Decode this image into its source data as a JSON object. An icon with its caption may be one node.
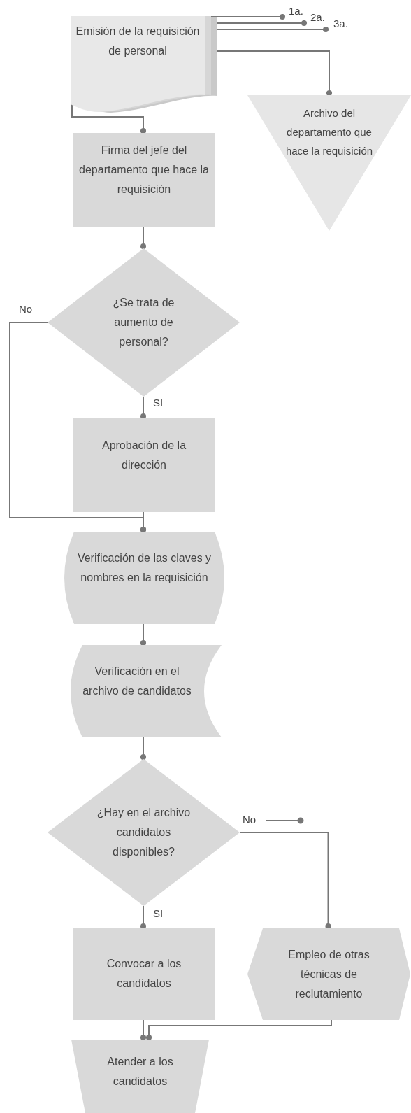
{
  "diagram": {
    "nodes": [
      {
        "text": [
          "Emisión de la requisición de personal"
        ]
      },
      {
        "text": [
          "Archivo del departamento que hace la requisición"
        ]
      },
      {
        "text": [
          "Firma del jefe del departamento que hace la requisición"
        ]
      },
      {
        "text": [
          "¿Se trata de aumento de personal?"
        ]
      },
      {
        "text": [
          "Aprobación de la dirección"
        ]
      },
      {
        "text": [
          "Verificación de las claves y nombres en la requisición"
        ]
      },
      {
        "text": [
          "Verificación en el archivo de candidatos"
        ]
      },
      {
        "text": [
          "¿Hay en el archivo candidatos disponibles?"
        ]
      },
      {
        "text": [
          "Convocar a los candidatos"
        ]
      },
      {
        "text": [
          "Empleo de otras técnicas de reclutamiento"
        ]
      },
      {
        "text": [
          "Atender a los candidatos"
        ]
      }
    ],
    "edges": [
      {
        "from": 0,
        "to": null,
        "arrow": "other",
        "label": "1a."
      },
      {
        "from": 0,
        "to": null,
        "arrow": "other",
        "label": "2a."
      },
      {
        "from": 0,
        "to": null,
        "arrow": "other",
        "label": "3a."
      },
      {
        "from": 0,
        "to": 1,
        "arrow": "other"
      },
      {
        "from": 0,
        "to": 2,
        "arrow": "other"
      },
      {
        "from": 2,
        "to": 3,
        "arrow": "other"
      },
      {
        "from": 3,
        "to": 4,
        "arrow": "other",
        "label": "SI"
      },
      {
        "from": 3,
        "to": 5,
        "arrow": "other",
        "label": "No"
      },
      {
        "from": 4,
        "to": 5,
        "arrow": "other"
      },
      {
        "from": 5,
        "to": 6,
        "arrow": "other"
      },
      {
        "from": 6,
        "to": 7,
        "arrow": "other"
      },
      {
        "from": 7,
        "to": 8,
        "arrow": "other",
        "label": "SI"
      },
      {
        "from": 7,
        "to": 9,
        "arrow": "other",
        "label": "No"
      },
      {
        "from": 8,
        "to": 10,
        "arrow": "other"
      },
      {
        "from": 9,
        "to": 10,
        "arrow": "other"
      }
    ]
  }
}
